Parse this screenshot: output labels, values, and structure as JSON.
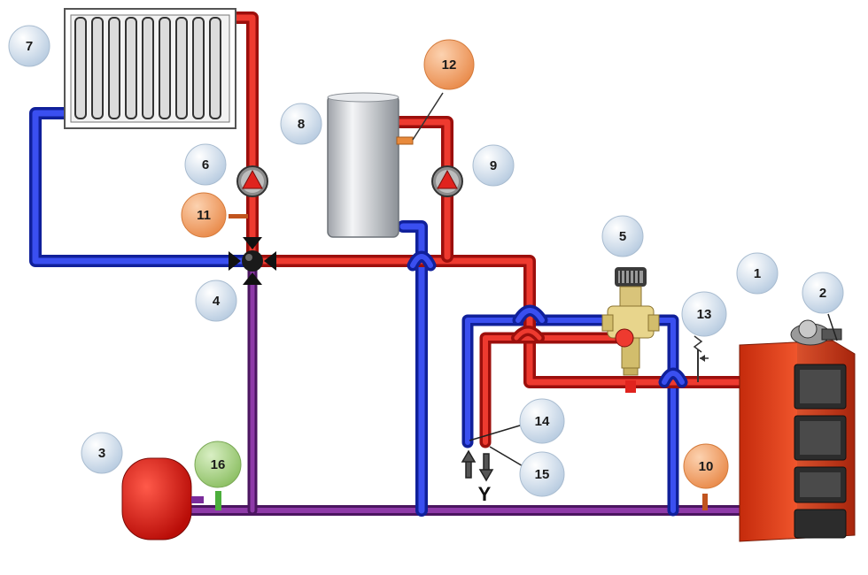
{
  "callouts": [
    {
      "id": "1",
      "text": "1",
      "style": "blue"
    },
    {
      "id": "2",
      "text": "2",
      "style": "blue"
    },
    {
      "id": "3",
      "text": "3",
      "style": "blue"
    },
    {
      "id": "4",
      "text": "4",
      "style": "blue"
    },
    {
      "id": "5",
      "text": "5",
      "style": "blue"
    },
    {
      "id": "6",
      "text": "6",
      "style": "blue"
    },
    {
      "id": "7",
      "text": "7",
      "style": "blue"
    },
    {
      "id": "8",
      "text": "8",
      "style": "blue"
    },
    {
      "id": "9",
      "text": "9",
      "style": "blue"
    },
    {
      "id": "10",
      "text": "10",
      "style": "orange"
    },
    {
      "id": "11",
      "text": "11",
      "style": "orange"
    },
    {
      "id": "12",
      "text": "12",
      "style": "orange"
    },
    {
      "id": "13",
      "text": "13",
      "style": "blue"
    },
    {
      "id": "14",
      "text": "14",
      "style": "blue"
    },
    {
      "id": "15",
      "text": "15",
      "style": "blue"
    },
    {
      "id": "16",
      "text": "16",
      "style": "green"
    }
  ],
  "letter_marker": "Y",
  "colors": {
    "hot_pipe": "#e0231e",
    "cold_pipe": "#2233d6",
    "return_pipe": "#7a2b9a",
    "boiler": "#e8431f",
    "callout_blue": "#d9e6f2",
    "callout_orange": "#f2a46b",
    "callout_green": "#a9cf86"
  }
}
